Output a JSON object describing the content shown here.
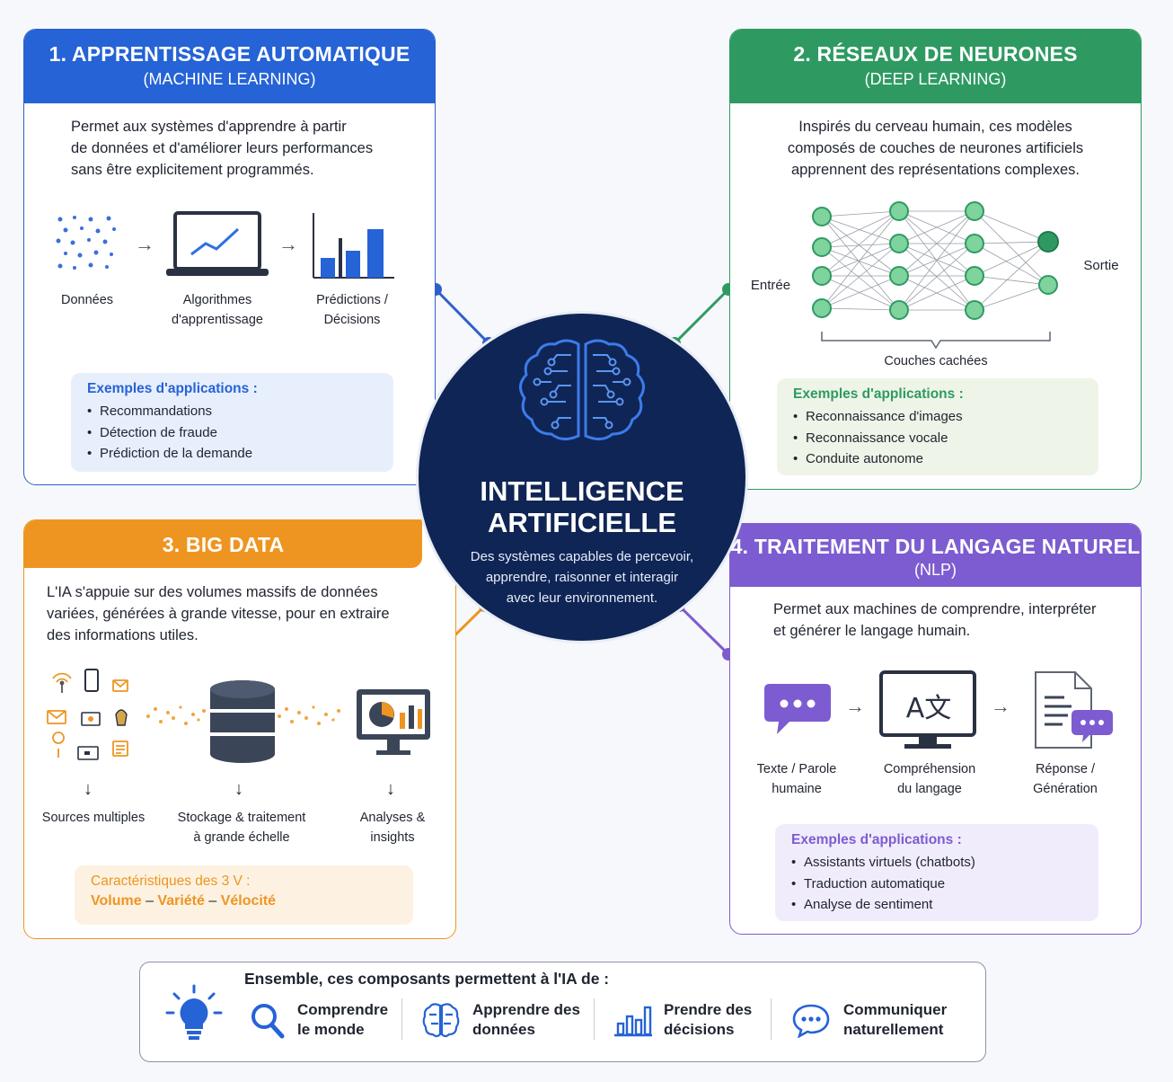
{
  "center": {
    "title_line1": "INTELLIGENCE",
    "title_line2": "ARTIFICIELLE",
    "desc_line1": "Des systèmes capables de percevoir,",
    "desc_line2": "apprendre, raisonner et interagir",
    "desc_line3": "avec leur environnement."
  },
  "ml": {
    "title": "1. APPRENTISSAGE AUTOMATIQUE",
    "subtitle": "(MACHINE LEARNING)",
    "desc": [
      "Permet aux systèmes d'apprendre à partir",
      "de données et d'améliorer leurs performances",
      "sans être explicitement programmés."
    ],
    "steps": [
      {
        "line1": "Données",
        "line2": ""
      },
      {
        "line1": "Algorithmes",
        "line2": "d'apprentissage"
      },
      {
        "line1": "Prédictions /",
        "line2": "Décisions"
      }
    ],
    "examples_title": "Exemples d'applications :",
    "examples": [
      "Recommandations",
      "Détection de fraude",
      "Prédiction de la demande"
    ],
    "color": "#2563d6"
  },
  "nn": {
    "title": "2. RÉSEAUX DE NEURONES",
    "subtitle": "(DEEP LEARNING)",
    "desc": [
      "Inspirés du cerveau humain, ces modèles",
      "composés de couches de neurones artificiels",
      "apprennent des représentations complexes."
    ],
    "input_label": "Entrée",
    "output_label": "Sortie",
    "hidden_label": "Couches cachées",
    "examples_title": "Exemples d'applications :",
    "examples": [
      "Reconnaissance d'images",
      "Reconnaissance vocale",
      "Conduite autonome"
    ],
    "color": "#2e9a62"
  },
  "bd": {
    "title": "3. BIG DATA",
    "desc": [
      "L'IA s'appuie sur des volumes massifs de données",
      "variées, générées à grande vitesse, pour en extraire",
      "des informations utiles."
    ],
    "steps": [
      {
        "line1": "Sources multiples",
        "line2": ""
      },
      {
        "line1": "Stockage & traitement",
        "line2": "à grande échelle"
      },
      {
        "line1": "Analyses &",
        "line2": "insights"
      }
    ],
    "chars_title": "Caractéristiques des 3 V :",
    "v1": "Volume",
    "v2": "Variété",
    "v3": "Vélocité",
    "dash": "–",
    "color": "#ee9521"
  },
  "nlp": {
    "title": "4. TRAITEMENT DU LANGAGE NATUREL",
    "subtitle": "(NLP)",
    "desc": [
      "Permet aux machines de comprendre, interpréter",
      "et générer le langage humain."
    ],
    "screen_text": "A文",
    "steps": [
      {
        "line1": "Texte / Parole",
        "line2": "humaine"
      },
      {
        "line1": "Compréhension",
        "line2": "du langage"
      },
      {
        "line1": "Réponse /",
        "line2": "Génération"
      }
    ],
    "examples_title": "Exemples d'applications :",
    "examples": [
      "Assistants virtuels (chatbots)",
      "Traduction automatique",
      "Analyse de sentiment"
    ],
    "color": "#7c5cd0"
  },
  "bottom": {
    "title": "Ensemble, ces composants permettent à l'IA de :",
    "items": [
      {
        "line1": "Comprendre",
        "line2": "le monde",
        "icon": "magnifier-icon"
      },
      {
        "line1": "Apprendre des",
        "line2": "données",
        "icon": "brain-icon"
      },
      {
        "line1": "Prendre des",
        "line2": "décisions",
        "icon": "bar-chart-icon"
      },
      {
        "line1": "Communiquer",
        "line2": "naturellement",
        "icon": "speech-bubble-icon"
      }
    ]
  }
}
